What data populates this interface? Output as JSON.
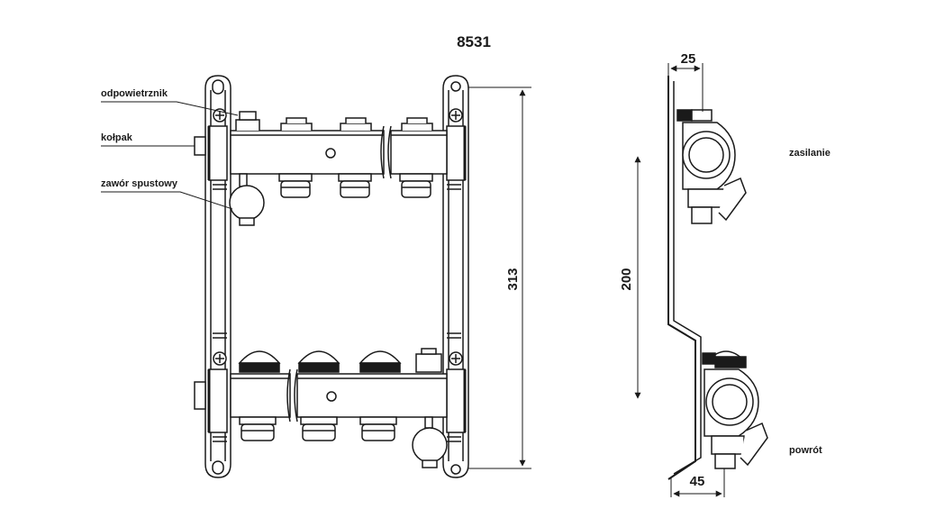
{
  "title": "8531",
  "labels": {
    "air_vent": "odpowietrznik",
    "cap": "kołpak",
    "drain_valve": "zawór spustowy",
    "supply": "zasilanie",
    "return": "powrót"
  },
  "dimensions": {
    "height": "313",
    "spacing": "200",
    "top_width": "25",
    "bottom_width": "45"
  },
  "colors": {
    "line": "#1a1a1a",
    "body": "#ffffff",
    "dark": "#1a1a1a"
  }
}
